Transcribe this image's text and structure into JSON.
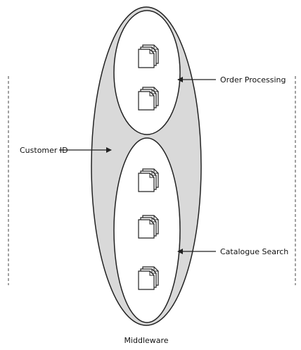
{
  "labels": {
    "order_processing": "Order Processing",
    "customer_id": "Customer ID",
    "catalogue_search": "Catalogue Search",
    "middleware": "Middleware"
  },
  "colors": {
    "outer_fill": "#d9d9d9",
    "inner_fill": "#ffffff",
    "stroke": "#222222"
  },
  "groups": {
    "order_processing_doc_stacks": 2,
    "catalogue_search_doc_stacks": 3
  }
}
